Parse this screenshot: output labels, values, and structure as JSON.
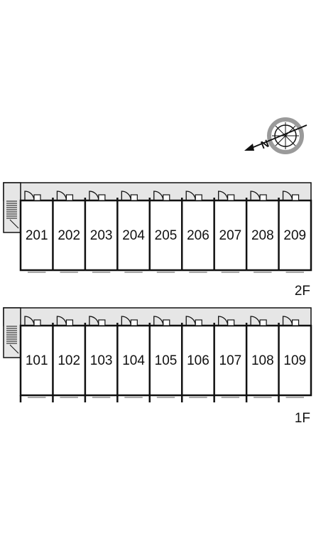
{
  "floors": [
    {
      "label": "2F",
      "rooms": [
        "201",
        "202",
        "203",
        "204",
        "205",
        "206",
        "207",
        "208",
        "209"
      ]
    },
    {
      "label": "1F",
      "rooms": [
        "101",
        "102",
        "103",
        "104",
        "105",
        "106",
        "107",
        "108",
        "109"
      ]
    }
  ],
  "compass": {
    "north_letter": "N"
  },
  "colors": {
    "line": "#111111",
    "corridor": "#e6e6e6",
    "compass_ring": "#9a9a9a"
  }
}
